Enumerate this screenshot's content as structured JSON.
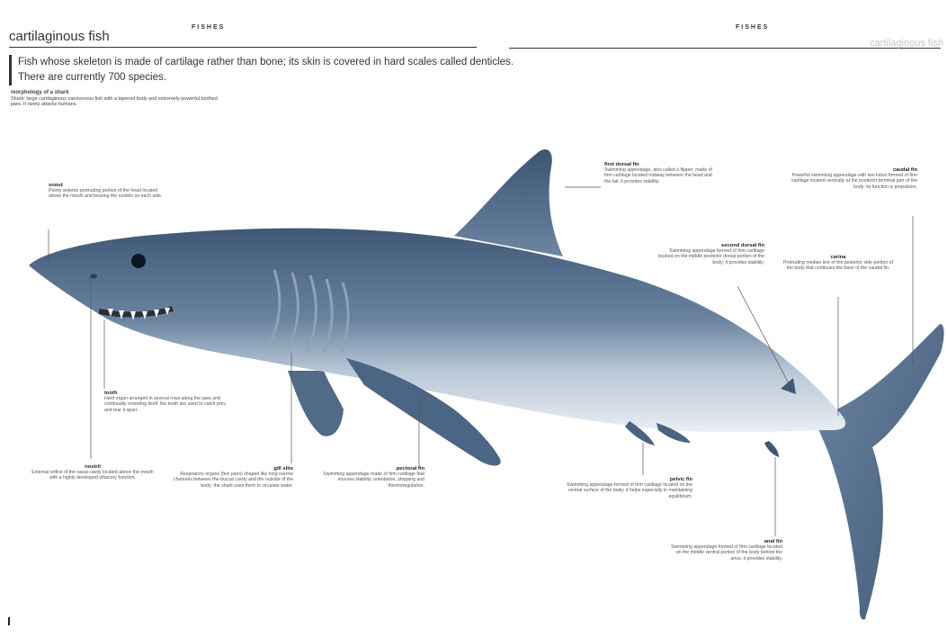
{
  "header": {
    "section_left": "FISHES",
    "section_right": "FISHES",
    "title": "cartilaginous fish",
    "title_right": "cartilaginous fish"
  },
  "intro": "Fish whose skeleton is made of cartilage rather than bone; its skin is covered in hard scales called denticles. There are currently 700 species.",
  "morphology": {
    "title": "morphology of a shark",
    "text": "Shark: large cartilaginous carnivorous fish with a tapered body and extremely powerful toothed jaws. It rarely attacks humans."
  },
  "labels": {
    "snout": {
      "title": "snout",
      "text": "Pointy anterior protruding portion of the head located above the mouth and bearing the nostrils on each side."
    },
    "tooth": {
      "title": "tooth",
      "text": "Hard organ arranged in several rows along the jaws and continually renewing itself; the teeth are used to catch prey and tear it apart."
    },
    "nostril": {
      "title": "nostril",
      "text": "External orifice of the nasal cavity located above the mouth with a highly developed olfactory function."
    },
    "gill_slits": {
      "title": "gill slits",
      "text": "Respiratory organs (five pairs) shaped like long narrow channels between the buccal cavity and the outside of the body; the shark uses them to circulate water."
    },
    "pectoral_fin": {
      "title": "pectoral fin",
      "text": "Swimming appendage made of firm cartilage that ensures stability, orientation, stopping and thermoregulation."
    },
    "first_dorsal_fin": {
      "title": "first dorsal fin",
      "text": "Swimming appendage, also called a flipper, made of firm cartilage located midway between the head and the tail; it provides stability."
    },
    "second_dorsal_fin": {
      "title": "second dorsal fin",
      "text": "Swimming appendage formed of firm cartilage located on the middle posterior dorsal portion of the body; it provides stability."
    },
    "caudal_fin": {
      "title": "caudal fin",
      "text": "Powerful swimming appendage with two lobes formed of firm cartilage located vertically at the posterior terminal part of the body; its function is propulsion."
    },
    "carina": {
      "title": "carina",
      "text": "Protruding median line of the posterior side portion of the body that continues the base of the caudal fin."
    },
    "pelvic_fin": {
      "title": "pelvic fin",
      "text": "Swimming appendage formed of firm cartilage located on the ventral surface of the body; it helps especially in maintaining equilibrium."
    },
    "anal_fin": {
      "title": "anal fin",
      "text": "Swimming appendage formed of firm cartilage located on the middle ventral portion of the body behind the anus; it provides stability."
    }
  },
  "colors": {
    "shark_back": "#4f6987",
    "shark_belly": "#e9eef3",
    "text": "#333333"
  }
}
